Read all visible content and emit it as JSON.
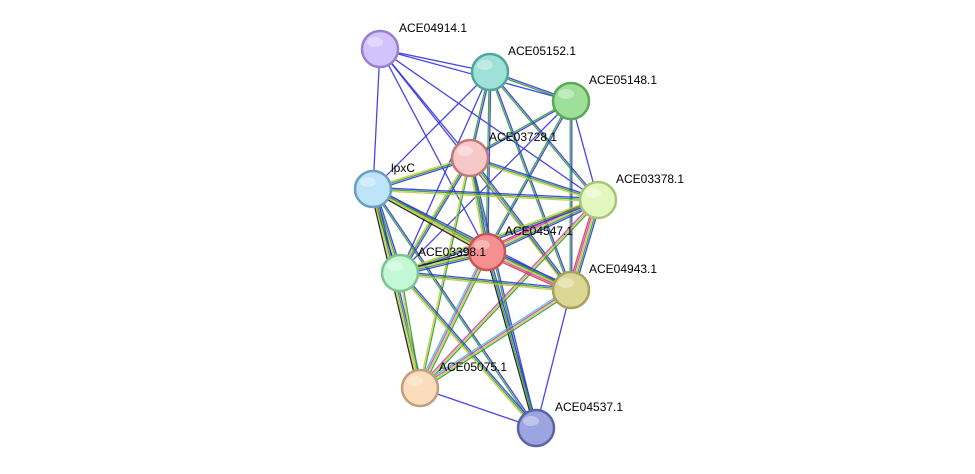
{
  "network": {
    "nodes": [
      {
        "id": "ACE04914.1",
        "label": "ACE04914.1",
        "fill": "#d3c2fb",
        "stroke": "#9a7fd0"
      },
      {
        "id": "ACE05152.1",
        "label": "ACE05152.1",
        "fill": "#9fe0d8",
        "stroke": "#4fa79b"
      },
      {
        "id": "ACE05148.1",
        "label": "ACE05148.1",
        "fill": "#9ee09a",
        "stroke": "#5aa855"
      },
      {
        "id": "ACE03728.1",
        "label": "ACE03728.1",
        "fill": "#f8c8c8",
        "stroke": "#c07a7a"
      },
      {
        "id": "lpxC",
        "label": "lpxC",
        "fill": "#bde4f8",
        "stroke": "#6a9fc0"
      },
      {
        "id": "ACE03378.1",
        "label": "ACE03378.1",
        "fill": "#e3f8be",
        "stroke": "#a8c47a"
      },
      {
        "id": "ACE04547.1",
        "label": "ACE04547.1",
        "fill": "#f68f8f",
        "stroke": "#c85555"
      },
      {
        "id": "ACE03398.1",
        "label": "ACE03398.1",
        "fill": "#c2f8d3",
        "stroke": "#7ac491"
      },
      {
        "id": "ACE04943.1",
        "label": "ACE04943.1",
        "fill": "#dcd794",
        "stroke": "#a6a25c"
      },
      {
        "id": "ACE05075.1",
        "label": "ACE05075.1",
        "fill": "#fbdcbb",
        "stroke": "#c49e7a"
      },
      {
        "id": "ACE04537.1",
        "label": "ACE04537.1",
        "fill": "#9da5e0",
        "stroke": "#5a63a8"
      }
    ],
    "edges": [
      {
        "a": "ACE04914.1",
        "b": "ACE05152.1",
        "colors": [
          "#3232e6"
        ]
      },
      {
        "a": "ACE04914.1",
        "b": "ACE05148.1",
        "colors": [
          "#3232e6"
        ]
      },
      {
        "a": "ACE04914.1",
        "b": "ACE03728.1",
        "colors": [
          "#3232e6"
        ]
      },
      {
        "a": "ACE04914.1",
        "b": "lpxC",
        "colors": [
          "#3232e6"
        ]
      },
      {
        "a": "ACE04914.1",
        "b": "ACE04547.1",
        "colors": [
          "#3232e6"
        ]
      },
      {
        "a": "ACE04914.1",
        "b": "ACE03378.1",
        "colors": [
          "#3232e6"
        ]
      },
      {
        "a": "ACE04914.1",
        "b": "ACE04943.1",
        "colors": [
          "#3232e6"
        ]
      },
      {
        "a": "ACE05152.1",
        "b": "ACE05148.1",
        "colors": [
          "#3232e6",
          "#2ca02c"
        ]
      },
      {
        "a": "ACE05152.1",
        "b": "ACE03728.1",
        "colors": [
          "#3232e6",
          "#2ca02c"
        ]
      },
      {
        "a": "ACE05152.1",
        "b": "lpxC",
        "colors": [
          "#3232e6"
        ]
      },
      {
        "a": "ACE05152.1",
        "b": "ACE04547.1",
        "colors": [
          "#3232e6",
          "#2ca02c"
        ]
      },
      {
        "a": "ACE05152.1",
        "b": "ACE03378.1",
        "colors": [
          "#3232e6",
          "#2ca02c"
        ]
      },
      {
        "a": "ACE05152.1",
        "b": "ACE04943.1",
        "colors": [
          "#3232e6",
          "#2ca02c"
        ]
      },
      {
        "a": "ACE05152.1",
        "b": "ACE03398.1",
        "colors": [
          "#3232e6"
        ]
      },
      {
        "a": "ACE05148.1",
        "b": "ACE03728.1",
        "colors": [
          "#3232e6",
          "#2ca02c"
        ]
      },
      {
        "a": "ACE05148.1",
        "b": "ACE04547.1",
        "colors": [
          "#3232e6",
          "#2ca02c"
        ]
      },
      {
        "a": "ACE05148.1",
        "b": "ACE03378.1",
        "colors": [
          "#3232e6"
        ]
      },
      {
        "a": "ACE05148.1",
        "b": "ACE04943.1",
        "colors": [
          "#3232e6",
          "#2ca02c"
        ]
      },
      {
        "a": "ACE05148.1",
        "b": "ACE03398.1",
        "colors": [
          "#3232e6"
        ]
      },
      {
        "a": "ACE03728.1",
        "b": "lpxC",
        "colors": [
          "#3232e6",
          "#2ca02c",
          "#c8c83c"
        ]
      },
      {
        "a": "ACE03728.1",
        "b": "ACE04547.1",
        "colors": [
          "#3232e6",
          "#2ca02c",
          "#c8c83c"
        ]
      },
      {
        "a": "ACE03728.1",
        "b": "ACE03378.1",
        "colors": [
          "#3232e6",
          "#2ca02c",
          "#c8c83c"
        ]
      },
      {
        "a": "ACE03728.1",
        "b": "ACE04943.1",
        "colors": [
          "#3232e6",
          "#2ca02c",
          "#c8c83c"
        ]
      },
      {
        "a": "ACE03728.1",
        "b": "ACE03398.1",
        "colors": [
          "#3232e6",
          "#2ca02c",
          "#c8c83c"
        ]
      },
      {
        "a": "ACE03728.1",
        "b": "ACE05075.1",
        "colors": [
          "#2ca02c",
          "#c8c83c"
        ]
      },
      {
        "a": "ACE03728.1",
        "b": "ACE04537.1",
        "colors": [
          "#3232e6",
          "#2ca02c"
        ]
      },
      {
        "a": "lpxC",
        "b": "ACE04547.1",
        "colors": [
          "#3232e6",
          "#2ca02c",
          "#c8c83c",
          "#111111"
        ]
      },
      {
        "a": "lpxC",
        "b": "ACE03378.1",
        "colors": [
          "#3232e6",
          "#2ca02c",
          "#c8c83c"
        ]
      },
      {
        "a": "lpxC",
        "b": "ACE03398.1",
        "colors": [
          "#3232e6",
          "#2ca02c",
          "#c8c83c",
          "#111111"
        ]
      },
      {
        "a": "lpxC",
        "b": "ACE04943.1",
        "colors": [
          "#3232e6",
          "#2ca02c",
          "#c8c83c"
        ]
      },
      {
        "a": "lpxC",
        "b": "ACE05075.1",
        "colors": [
          "#3232e6",
          "#2ca02c",
          "#c8c83c",
          "#111111"
        ]
      },
      {
        "a": "lpxC",
        "b": "ACE04537.1",
        "colors": [
          "#3232e6",
          "#2ca02c"
        ]
      },
      {
        "a": "ACE03378.1",
        "b": "ACE04547.1",
        "colors": [
          "#3232e6",
          "#2ca02c",
          "#c8c83c",
          "#c83cc8",
          "#e63232"
        ]
      },
      {
        "a": "ACE03378.1",
        "b": "ACE04943.1",
        "colors": [
          "#3232e6",
          "#2ca02c",
          "#c8c83c",
          "#c83cc8",
          "#e63232"
        ]
      },
      {
        "a": "ACE03378.1",
        "b": "ACE03398.1",
        "colors": [
          "#3232e6",
          "#2ca02c",
          "#c8c83c"
        ]
      },
      {
        "a": "ACE03378.1",
        "b": "ACE05075.1",
        "colors": [
          "#2ca02c",
          "#c8c83c",
          "#c83cc8"
        ]
      },
      {
        "a": "ACE04547.1",
        "b": "ACE04943.1",
        "colors": [
          "#3232e6",
          "#2ca02c",
          "#c8c83c",
          "#c83cc8",
          "#e63232"
        ]
      },
      {
        "a": "ACE04547.1",
        "b": "ACE03398.1",
        "colors": [
          "#3232e6",
          "#2ca02c",
          "#c8c83c",
          "#111111"
        ]
      },
      {
        "a": "ACE04547.1",
        "b": "ACE05075.1",
        "colors": [
          "#2ca02c",
          "#c8c83c",
          "#c83cc8",
          "#3cc8c8"
        ]
      },
      {
        "a": "ACE04547.1",
        "b": "ACE04537.1",
        "colors": [
          "#3232e6",
          "#2ca02c",
          "#111111"
        ]
      },
      {
        "a": "ACE03398.1",
        "b": "ACE04943.1",
        "colors": [
          "#3232e6",
          "#2ca02c",
          "#c8c83c"
        ]
      },
      {
        "a": "ACE03398.1",
        "b": "ACE05075.1",
        "colors": [
          "#2ca02c",
          "#c8c83c"
        ]
      },
      {
        "a": "ACE03398.1",
        "b": "ACE04537.1",
        "colors": [
          "#3232e6",
          "#2ca02c",
          "#c8c83c"
        ]
      },
      {
        "a": "ACE04943.1",
        "b": "ACE05075.1",
        "colors": [
          "#2ca02c",
          "#c8c83c",
          "#c83cc8",
          "#3cc8c8"
        ]
      },
      {
        "a": "ACE04943.1",
        "b": "ACE04537.1",
        "colors": [
          "#3232e6"
        ]
      },
      {
        "a": "ACE05075.1",
        "b": "ACE04537.1",
        "colors": [
          "#3232e6"
        ]
      }
    ]
  }
}
